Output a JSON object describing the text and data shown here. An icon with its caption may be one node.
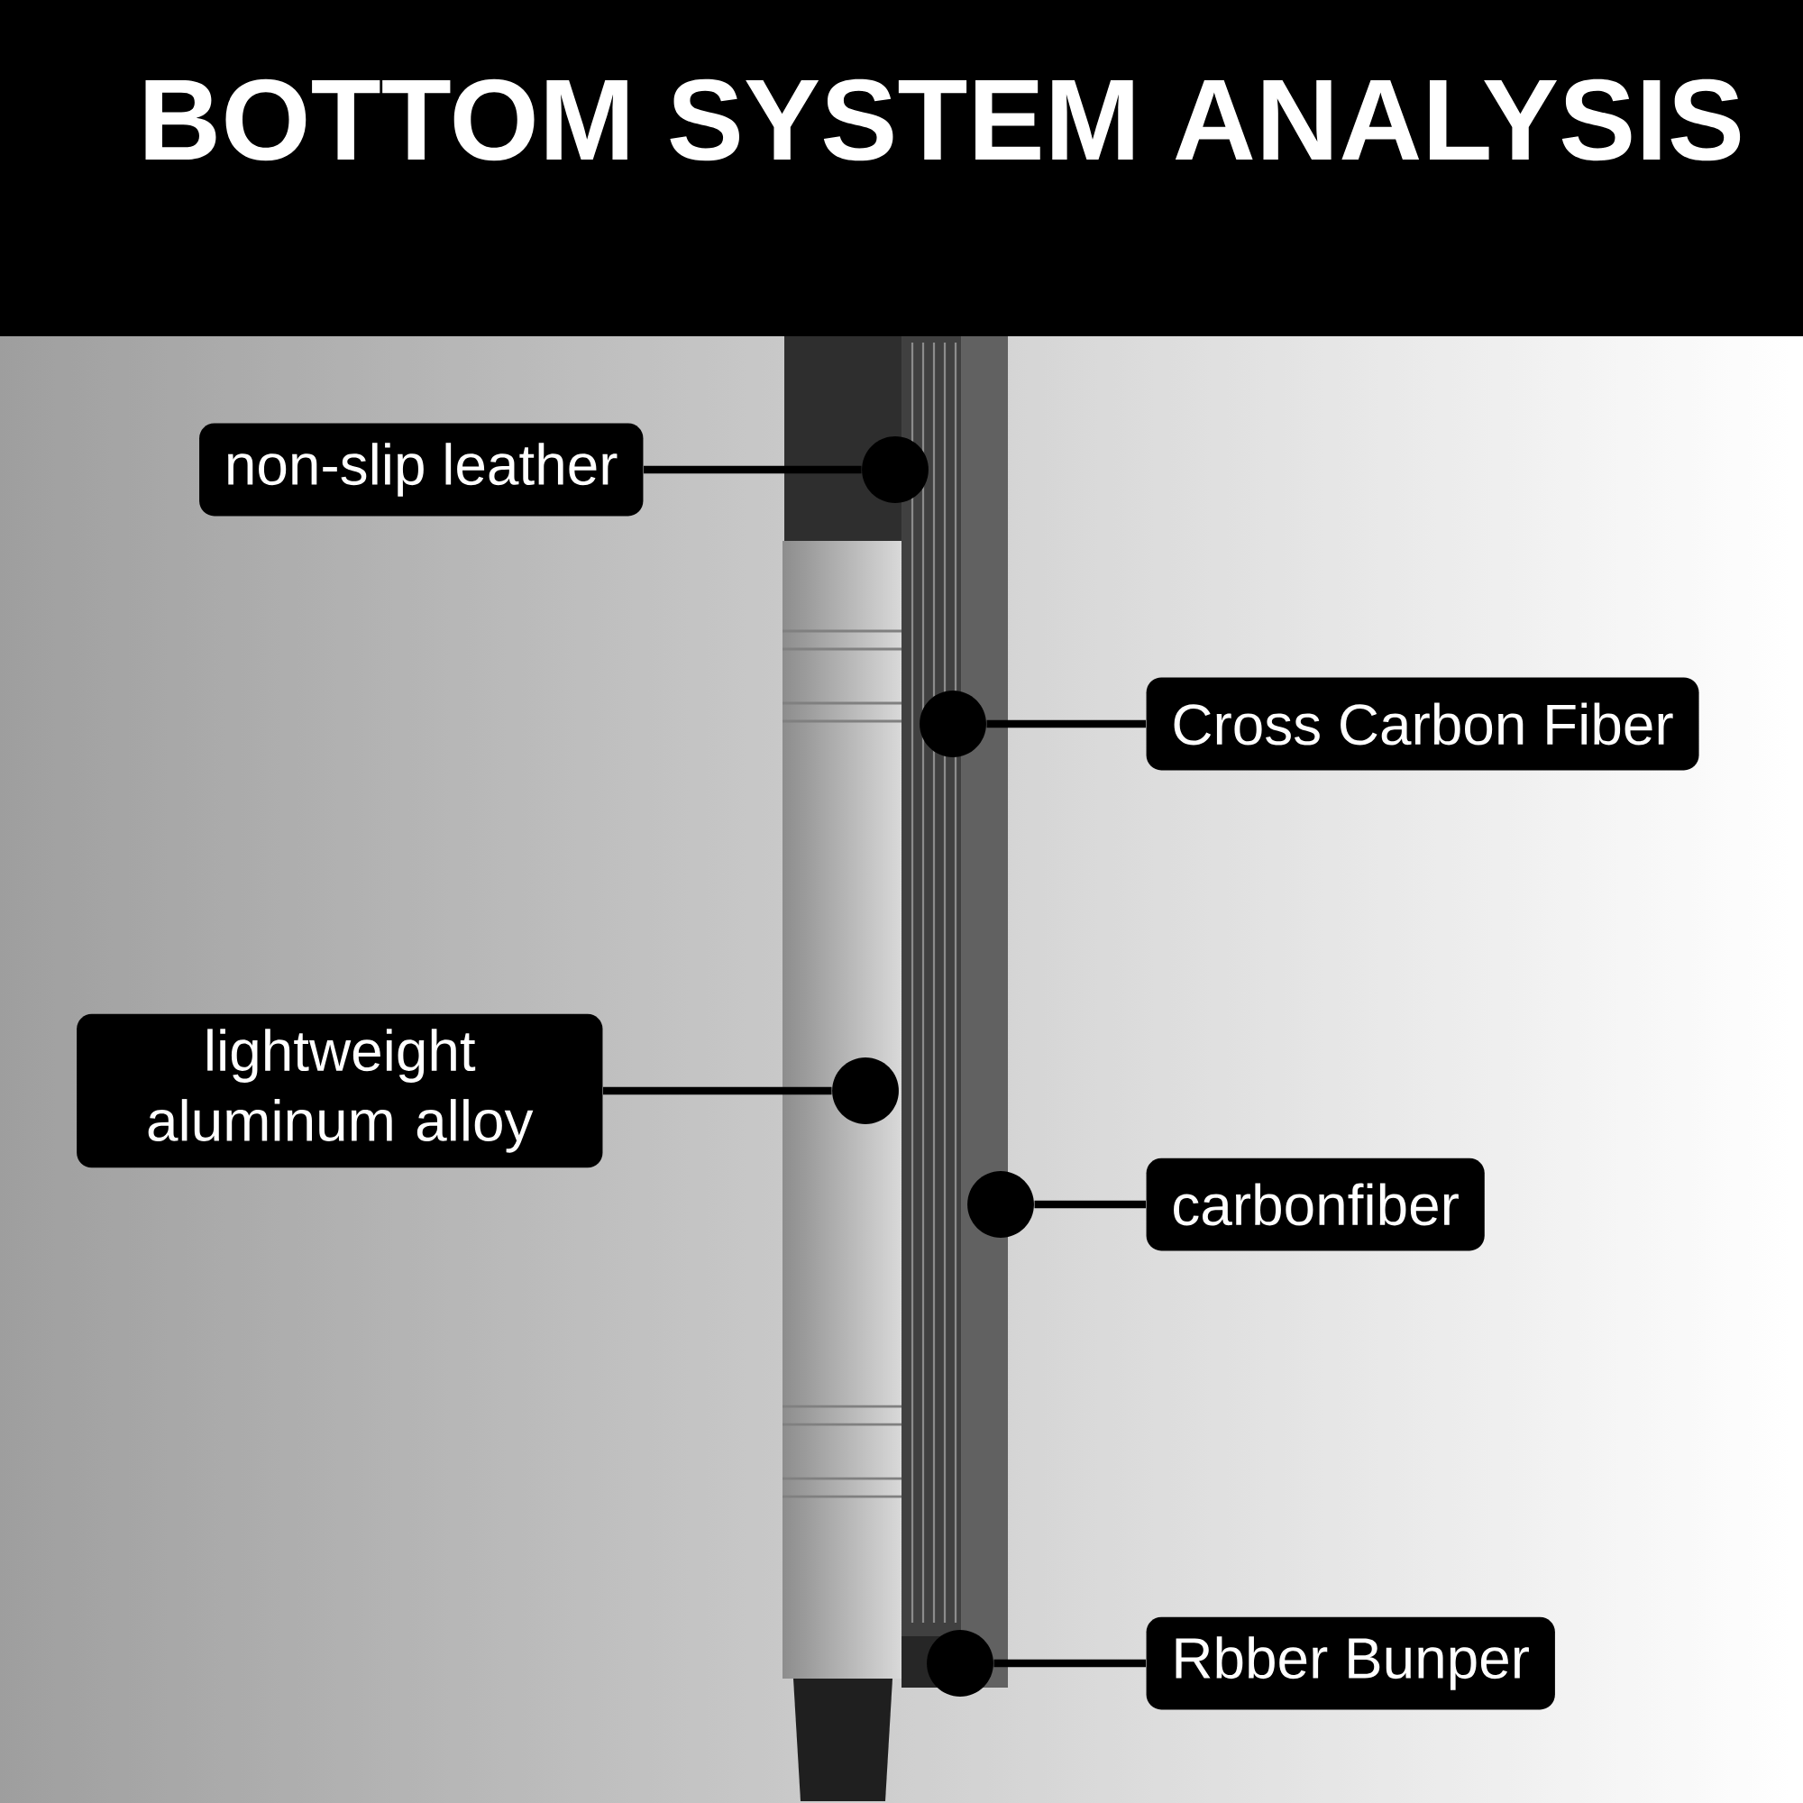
{
  "diagram": {
    "title": "BOTTOM SYSTEM ANALYSIS",
    "nodes": [
      {
        "text": [
          "non-slip leather"
        ]
      },
      {
        "text": [],
        "shape": "circle"
      },
      {
        "text": [
          "Cross Carbon Fiber"
        ]
      },
      {
        "text": [],
        "shape": "circle"
      },
      {
        "text": [
          "lightweight aluminum alloy"
        ]
      },
      {
        "text": [],
        "shape": "circle"
      },
      {
        "text": [
          "carbonfiber"
        ]
      },
      {
        "text": [],
        "shape": "circle"
      },
      {
        "text": [
          "Rbber Bunper"
        ]
      },
      {
        "text": [],
        "shape": "circle"
      }
    ],
    "edges": [
      {
        "from": 0,
        "to": 1,
        "arrow": "none"
      },
      {
        "from": 2,
        "to": 3,
        "arrow": "none"
      },
      {
        "from": 4,
        "to": 5,
        "arrow": "none"
      },
      {
        "from": 6,
        "to": 7,
        "arrow": "none"
      },
      {
        "from": 8,
        "to": 9,
        "arrow": "none"
      }
    ]
  }
}
